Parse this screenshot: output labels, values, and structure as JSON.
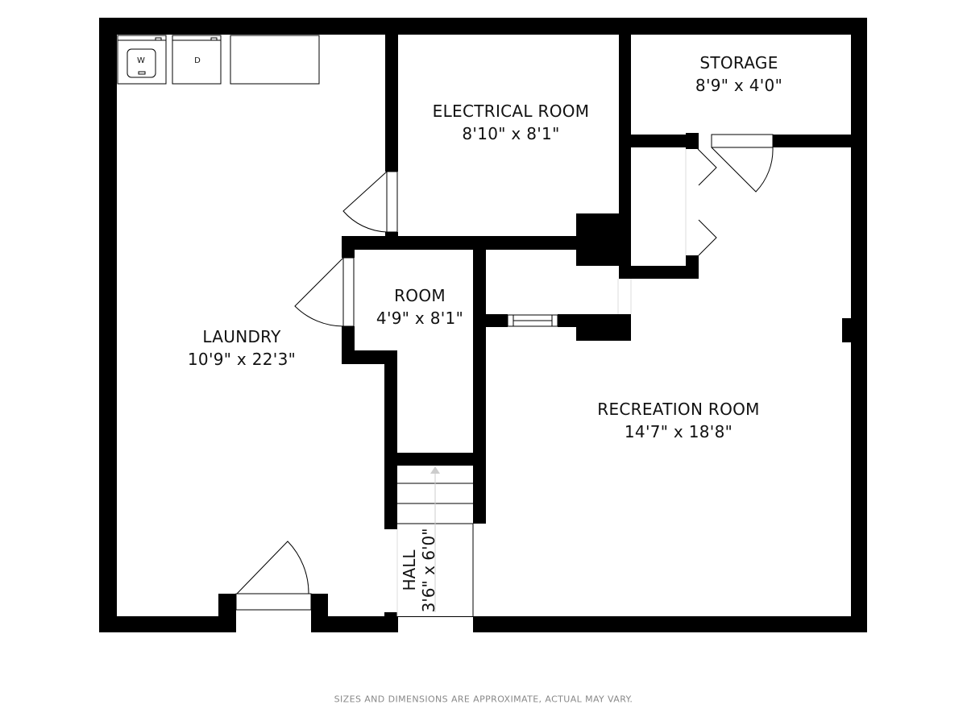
{
  "rooms": {
    "storage": {
      "name": "STORAGE",
      "size": "8'9\" x 4'0\""
    },
    "electrical": {
      "name": "ELECTRICAL ROOM",
      "size": "8'10\" x 8'1\""
    },
    "room": {
      "name": "ROOM",
      "size": "4'9\" x 8'1\""
    },
    "laundry": {
      "name": "LAUNDRY",
      "size": "10'9\" x 22'3\""
    },
    "recreation": {
      "name": "RECREATION ROOM",
      "size": "14'7\" x 18'8\""
    },
    "hall": {
      "name": "HALL",
      "size": "3'6\" x 6'0\""
    }
  },
  "appliances": {
    "washer": "W",
    "dryer": "D"
  },
  "footer": "SIZES AND DIMENSIONS ARE APPROXIMATE, ACTUAL MAY VARY.",
  "colors": {
    "wall": "#000000",
    "stair_arrow": "#cccccc",
    "footer": "#888888"
  }
}
